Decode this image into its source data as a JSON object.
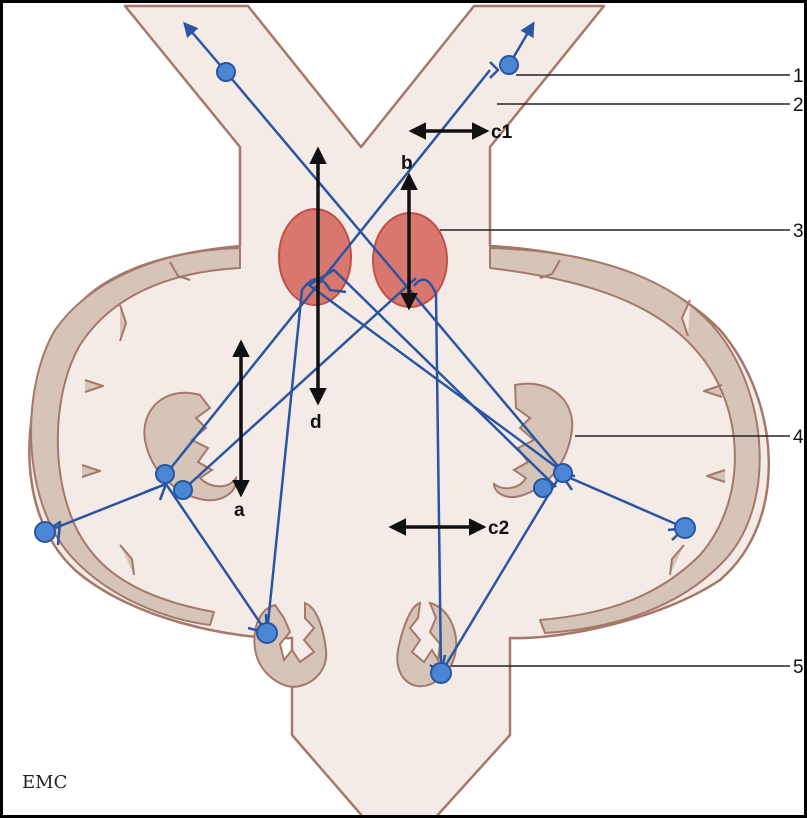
{
  "colors": {
    "tissue_fill": "#f5ebe6",
    "tissue_stroke": "#a5786a",
    "cortex_fill": "#d6c4b9",
    "nucleus_fill": "#d9766e",
    "nucleus_stroke": "#c0504d",
    "fiber": "#2a55a3",
    "neuron": "#4a86d4",
    "arrow": "#111111",
    "frame": "#000000"
  },
  "arrow_labels": {
    "a": "a",
    "b": "b",
    "c1": "c1",
    "c2": "c2",
    "d": "d"
  },
  "callouts": {
    "n1": "1",
    "n2": "2",
    "n3": "3",
    "n4": "4",
    "n5": "5"
  },
  "logo": "EMC"
}
